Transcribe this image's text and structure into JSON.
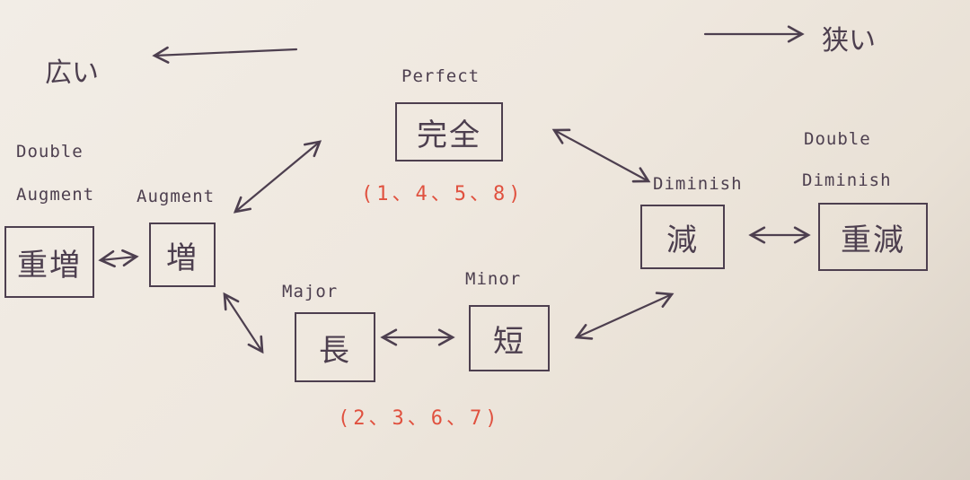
{
  "direction": {
    "wide_label": "広い",
    "narrow_label": "狭い"
  },
  "nodes": {
    "double_augment": {
      "label_line1": "Double",
      "label_line2": "Augment",
      "kanji": "重増"
    },
    "augment": {
      "label": "Augment",
      "kanji": "増"
    },
    "perfect": {
      "label": "Perfect",
      "kanji": "完全",
      "degrees": "(1、4、5、8)"
    },
    "major": {
      "label": "Major",
      "kanji": "長"
    },
    "minor": {
      "label": "Minor",
      "kanji": "短"
    },
    "diminish": {
      "label": "Diminish",
      "kanji": "減"
    },
    "double_diminish": {
      "label_line1": "Double",
      "label_line2": "Diminish",
      "kanji": "重減"
    }
  },
  "imperfect_degrees": "(2、3、6、7)",
  "colors": {
    "ink": "#4d3f4f",
    "red": "#e0513f",
    "paper": "#f2ede6"
  }
}
